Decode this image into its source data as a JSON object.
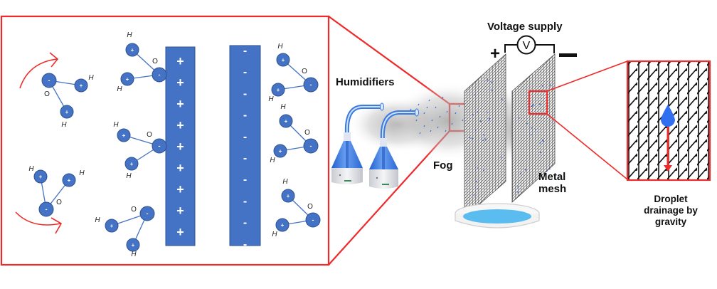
{
  "figure": {
    "title": "Electrostatic fog collection setup",
    "colors": {
      "frame": "#ee2a2a",
      "electrode": "#4472c4",
      "electrode_border": "#2f528f",
      "atom": "#4472c4",
      "bond": "#4472c4",
      "rotation_arrow": "#ee2a2a",
      "droplet": "#2f6ff0",
      "gravity_arrow": "#ee2a2a",
      "water": "#5bbcf0",
      "humidifier_blue": "#3a7be0"
    }
  },
  "inset_left": {
    "positive_electrode": {
      "charge_symbol": "+",
      "count": 9
    },
    "negative_electrode": {
      "charge_symbol": "-",
      "count": 10
    },
    "atom_labels": {
      "hydrogen": "H",
      "oxygen": "O"
    },
    "atom_charges": {
      "hydrogen": "+",
      "oxygen": "-"
    },
    "rotation_arrows": [
      "clockwise-top",
      "counterclockwise-bottom"
    ]
  },
  "labels": {
    "humidifiers": "Humidifiers",
    "fog": "Fog",
    "voltage_supply": "Voltage supply",
    "voltmeter_symbol": "V",
    "plus_terminal": "+",
    "minus_terminal": "—",
    "metal_mesh_line1": "Metal",
    "metal_mesh_line2": "mesh",
    "droplet_line1": "Droplet",
    "droplet_line2": "drainage by",
    "droplet_line3": "gravity"
  }
}
